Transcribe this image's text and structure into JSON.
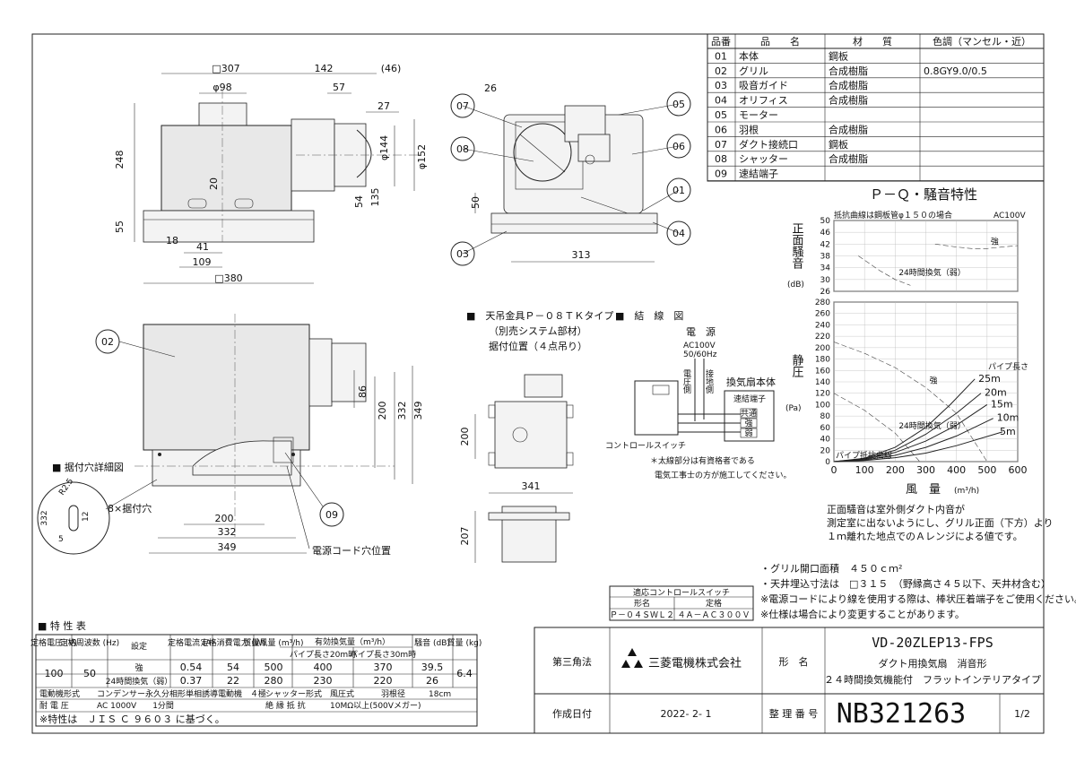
{
  "parts_table": {
    "headers": [
      "品番",
      "品　　名",
      "材　　質",
      "色調（マンセル・近）"
    ],
    "rows": [
      [
        "01",
        "本体",
        "鋼板",
        ""
      ],
      [
        "02",
        "グリル",
        "合成樹脂",
        "0.8GY9.0/0.5"
      ],
      [
        "03",
        "吸音ガイド",
        "合成樹脂",
        ""
      ],
      [
        "04",
        "オリフィス",
        "合成樹脂",
        ""
      ],
      [
        "05",
        "モーター",
        "",
        ""
      ],
      [
        "06",
        "羽根",
        "合成樹脂",
        ""
      ],
      [
        "07",
        "ダクト接続口",
        "鋼板",
        ""
      ],
      [
        "08",
        "シャッター",
        "合成樹脂",
        ""
      ],
      [
        "09",
        "速結端子",
        "",
        ""
      ]
    ]
  },
  "front_view": {
    "dims": [
      "□307",
      "142",
      "(46)",
      "φ98",
      "57",
      "27",
      "248",
      "φ144",
      "φ152",
      "20",
      "54",
      "135",
      "55",
      "18",
      "41",
      "109",
      "□380"
    ]
  },
  "iso_view": {
    "callouts": [
      "07",
      "08",
      "03",
      "05",
      "06",
      "01",
      "04"
    ],
    "dims": [
      "26",
      "50",
      "313"
    ]
  },
  "bottom_view": {
    "callouts": [
      "02",
      "09"
    ],
    "dims": [
      "86",
      "200",
      "332",
      "349",
      "200",
      "332",
      "349"
    ],
    "labels": {
      "power_cord": "電源コード穴位置",
      "mount_holes": "8×据付穴"
    }
  },
  "detail": {
    "title": "■ 据付穴詳細図",
    "dims": [
      "332",
      "R2.5",
      "5",
      "12"
    ]
  },
  "hanger": {
    "title": "■　天吊金具Ｐ－０８ＴＫタイプ",
    "sub1": "（別売システム部材）",
    "sub2": "据付位置（４点吊り）",
    "dims": [
      "200",
      "341",
      "207"
    ]
  },
  "wiring": {
    "title": "■　結　線　図",
    "power": "電　源",
    "power_spec": "AC100V",
    "power_freq": "50/60Hz",
    "volt_side": "電圧側",
    "ground_side": "接地側",
    "unit": "換気扇本体",
    "terminal": "速結端子",
    "common": "共通",
    "strong": "強",
    "weak": "弱",
    "switch": "コントロールスイッチ",
    "note1": "＊太線部分は有資格者である",
    "note2": "電気工事士の方が施工してください。"
  },
  "chart_data": {
    "type": "line",
    "title": "Ｐ－Ｑ・騒音特性",
    "top_note": "抵抗曲線は鋼板管φ１５０の場合",
    "voltage": "AC100V",
    "noise_axis": {
      "label": "正面騒音",
      "unit": "(dB)",
      "ticks": [
        26,
        30,
        34,
        38,
        42,
        46,
        50
      ],
      "ylim": [
        26,
        50
      ]
    },
    "pressure_axis": {
      "label": "静圧",
      "unit": "(Pa)",
      "ticks": [
        0,
        20,
        40,
        60,
        80,
        100,
        120,
        140,
        160,
        180,
        200,
        220,
        240,
        260,
        280
      ],
      "ylim": [
        0,
        280
      ]
    },
    "x_axis": {
      "label": "風　量",
      "unit": "(m³/h)",
      "ticks": [
        0,
        100,
        200,
        300,
        400,
        500,
        600
      ],
      "xlim": [
        0,
        600
      ]
    },
    "noise_series": [
      {
        "name": "強",
        "x": [
          330,
          400,
          450,
          500,
          550,
          600
        ],
        "y": [
          42,
          41,
          40.5,
          40.5,
          41,
          41.5
        ]
      },
      {
        "name": "24時間換気（弱）",
        "x": [
          80,
          150,
          200,
          250
        ],
        "y": [
          38,
          33,
          30,
          28
        ]
      }
    ],
    "pq_series": [
      {
        "name": "強",
        "x": [
          0,
          100,
          200,
          300,
          400,
          500
        ],
        "y": [
          210,
          190,
          165,
          130,
          85,
          0
        ]
      },
      {
        "name": "24時間換気（弱）",
        "x": [
          0,
          100,
          200,
          280
        ],
        "y": [
          120,
          90,
          50,
          0
        ]
      }
    ],
    "resistance_curves": [
      {
        "name": "25m",
        "x": [
          0,
          100,
          200,
          300,
          380,
          460
        ],
        "y": [
          0,
          6,
          25,
          60,
          100,
          145
        ]
      },
      {
        "name": "20m",
        "x": [
          0,
          100,
          200,
          300,
          400,
          480
        ],
        "y": [
          0,
          5,
          20,
          48,
          85,
          120
        ]
      },
      {
        "name": "15m",
        "x": [
          0,
          100,
          200,
          300,
          400,
          500
        ],
        "y": [
          0,
          4,
          16,
          36,
          64,
          100
        ]
      },
      {
        "name": "10m",
        "x": [
          0,
          100,
          200,
          300,
          400,
          520
        ],
        "y": [
          0,
          3,
          11,
          25,
          45,
          76
        ]
      },
      {
        "name": "5m",
        "x": [
          0,
          100,
          200,
          300,
          400,
          550
        ],
        "y": [
          0,
          2,
          7,
          15,
          28,
          52
        ]
      }
    ],
    "pipe_length_label": "パイプ長さ",
    "pipe_resistance_label": "パイプ抵抗曲線"
  },
  "notes": {
    "noise1": "正面騒音は室外側ダクト内音が",
    "noise2": "測定室に出ないようにし、グリル正面（下方）より",
    "noise3": "１ｍ離れた地点でのＡレンジによる値です。",
    "grille": "・グリル開口面積　４５０ｃｍ²",
    "ceiling": "・天井埋込寸法は　□３１５　（野縁高さ４５以下、天井材含む）",
    "cord": "※電源コードにより線を使用する際は、棒状圧着端子をご使用ください。",
    "spec": "※仕様は場合により変更することがあります。"
  },
  "switch_table": {
    "title": "適応コントロールスイッチ",
    "headers": [
      "形名",
      "定格"
    ],
    "row": [
      "Ｐ－０４ＳＷＬ２",
      "４Ａ－ＡＣ３００Ｖ"
    ]
  },
  "char_table": {
    "title": "■ 特 性 表",
    "headers": [
      "定格電圧 (V)",
      "定格周波数 (Hz)",
      "設定",
      "定格電流 (A)",
      "定格消費電力 (W)",
      "質量風量 (m³/h)",
      "有効換気量（m³/h）",
      "騒音 (dB)",
      "質量 (kg)"
    ],
    "subheaders": [
      "パイプ長さ20m時",
      "パイプ長さ30m時"
    ],
    "voltage": "100",
    "freq": "50",
    "mass": "6.4",
    "rows": [
      [
        "強",
        "0.54",
        "54",
        "500",
        "400",
        "370",
        "39.5"
      ],
      [
        "24時間換気（弱）",
        "0.37",
        "22",
        "280",
        "230",
        "220",
        "26"
      ]
    ],
    "motor_label": "電動機形式",
    "motor": "コンデンサー永久分相形単相誘導電動機　４極",
    "shutter_label": "シャッター形式",
    "shutter": "風圧式",
    "blade_label": "羽根径",
    "blade": "18cm",
    "withstand_label": "耐 電 圧",
    "withstand": "AC 1000V　　1分間",
    "insulation_label": "絶 縁 抵 抗",
    "insulation": "10MΩ以上(500Vメガー)",
    "footnote": "※特性は　ＪＩＳ Ｃ ９６０３ に基づく。"
  },
  "title_block": {
    "projection": "第三角法",
    "company": "三菱電機株式会社",
    "model_label": "形　名",
    "model": "VD-20ZLEP13-FPS",
    "desc1": "ダクト用換気扇　消音形",
    "desc2": "２４時間換気機能付　フラットインテリアタイプ",
    "date_label": "作成日付",
    "date": "2022- 2- 1",
    "number_label": "整 理 番 号",
    "number": "NB321263",
    "page": "1/2"
  }
}
